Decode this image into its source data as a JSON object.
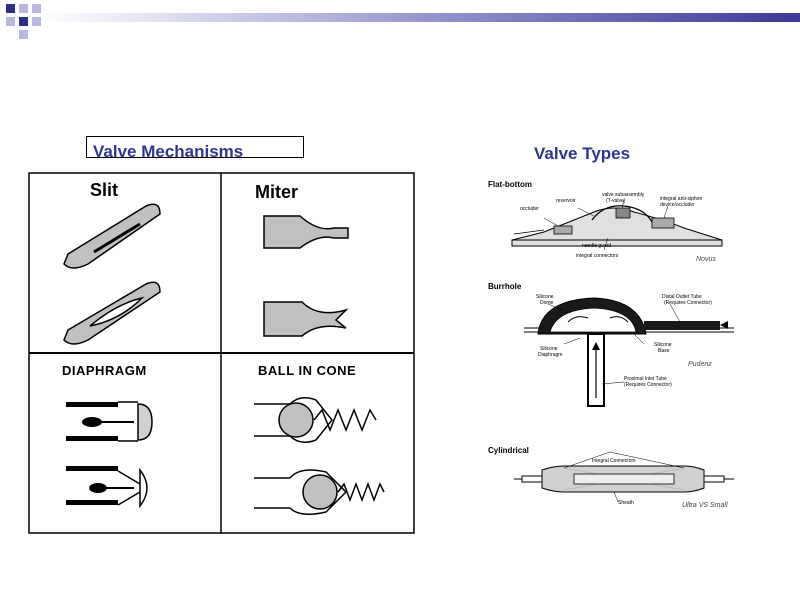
{
  "left_heading": "Valve Mechanisms",
  "right_heading": "Valve Types",
  "mechanisms": {
    "slit": "Slit",
    "miter": "Miter",
    "diaphragm": "DIAPHRAGM",
    "ball_in_cone": "BALL IN CONE"
  },
  "valve_types": {
    "flat_bottom": {
      "title": "Flat-bottom",
      "labels": [
        "valve subassembly",
        "(T-valve)",
        "reservoir",
        "integral anti-siphon",
        "device/occluder",
        "occluder",
        "needle guard",
        "integral connectors"
      ],
      "brand": "Novus"
    },
    "burrhole": {
      "title": "Burrhole",
      "labels": [
        "Silicone",
        "Dome",
        "Distal Outlet Tube",
        "(Requires Connector)",
        "Silicone",
        "Base",
        "Silicone",
        "Diaphragm",
        "Proximal Inlet Tube",
        "(Requires Connector)"
      ],
      "brand": "Pudenz"
    },
    "cylindrical": {
      "title": "Cylindrical",
      "labels": [
        "Integral Connectors",
        "Sheath"
      ],
      "brand": "Ultra VS Small"
    }
  },
  "colors": {
    "heading": "#2f3590",
    "deco_dark": "#2e2e8c",
    "deco_light": "#b9b9dd",
    "shape_fill": "#c0c0c0"
  }
}
